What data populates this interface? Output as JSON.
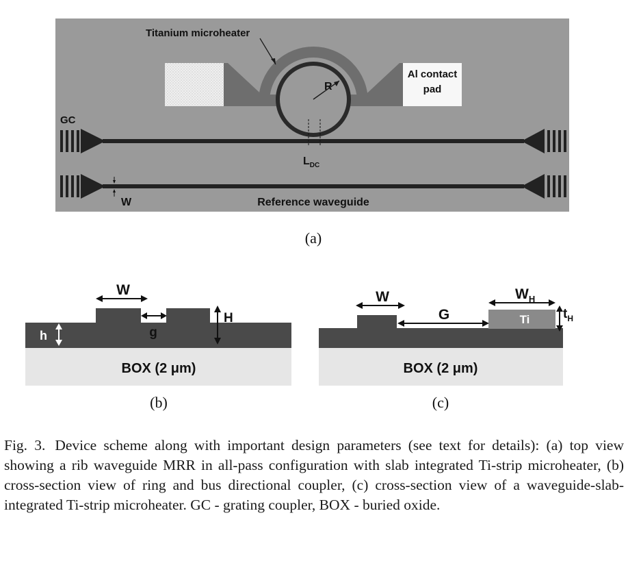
{
  "panel_a": {
    "heater_label": "Titanium microheater",
    "pad_label_line1": "Al contact",
    "pad_label_line2": "pad",
    "radius_label": "R",
    "gc_label": "GC",
    "ldc_label_main": "L",
    "ldc_label_sub": "DC",
    "width_label": "W",
    "ref_label": "Reference waveguide",
    "tag": "(a)"
  },
  "panel_b": {
    "width_label": "W",
    "gap_label": "g",
    "height_label": "H",
    "slab_label": "h",
    "box_label": "BOX (2 μm)",
    "tag": "(b)"
  },
  "panel_c": {
    "width_label": "W",
    "gap_label": "G",
    "heater_width_main": "W",
    "heater_width_sub": "H",
    "ti_label": "Ti",
    "heater_thick_main": "t",
    "heater_thick_sub": "H",
    "box_label": "BOX (2 μm)",
    "tag": "(c)"
  },
  "caption": {
    "label": "Fig. 3.",
    "text": "Device scheme along with important design parameters (see text for details): (a) top view showing a rib waveguide MRR in all-pass configuration with slab integrated Ti-strip microheater, (b) cross-section view of ring and bus directional coupler, (c) cross-section view of a waveguide-slab-integrated Ti-strip microheater. GC - grating coupler, BOX - buried oxide."
  }
}
